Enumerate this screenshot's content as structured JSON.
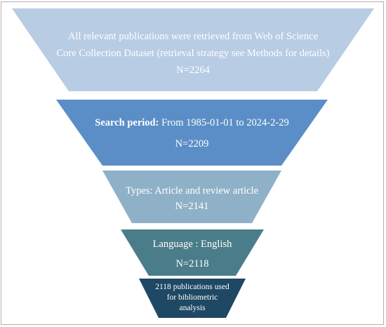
{
  "colors": {
    "stage1": "#b8cce4",
    "stage2": "#5b8ec6",
    "stage3": "#8fb1c8",
    "stage4": "#4a7d89",
    "stage5": "#1e4864",
    "text": "#ffffff",
    "border": "#b0b0b0"
  },
  "stages": [
    {
      "line1": "All relevant publications were retrieved  from Web of Science",
      "line2": "Core Collection Dataset (retrieval strategy see Methods for details)",
      "count": "N=2264"
    },
    {
      "label_bold": "Search period:",
      "label_rest": " From 1985-01-01 to 2024-2-29",
      "count": "N=2209"
    },
    {
      "line1": "Types: Article and review article",
      "count": "N=2141"
    },
    {
      "line1": "Language : English",
      "count": "N=2118"
    },
    {
      "line1": "2118 publications used",
      "line2": "for bibliometric",
      "line3": "analysis"
    }
  ]
}
